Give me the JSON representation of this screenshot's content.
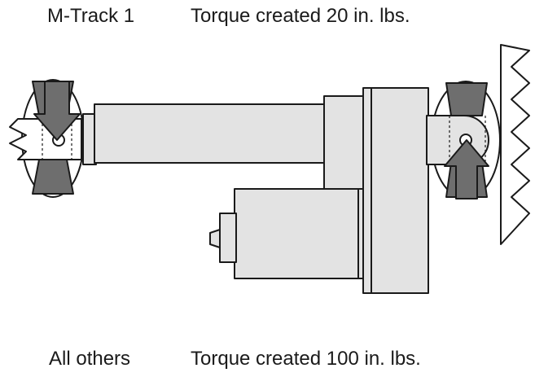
{
  "top": {
    "left_label": "M-Track 1",
    "right_label": "Torque created 20 in. lbs."
  },
  "bottom": {
    "left_label": "All others",
    "right_label": "Torque created 100 in. lbs."
  },
  "colors": {
    "body_fill": "#e3e3e3",
    "outline": "#1a1a1a",
    "arrow_fill": "#6e6e6e",
    "clamp_fill": "#6e6e6e",
    "background": "#ffffff"
  },
  "icons": {
    "left_arrow": "arrow-down-icon",
    "right_arrow": "arrow-up-icon"
  }
}
